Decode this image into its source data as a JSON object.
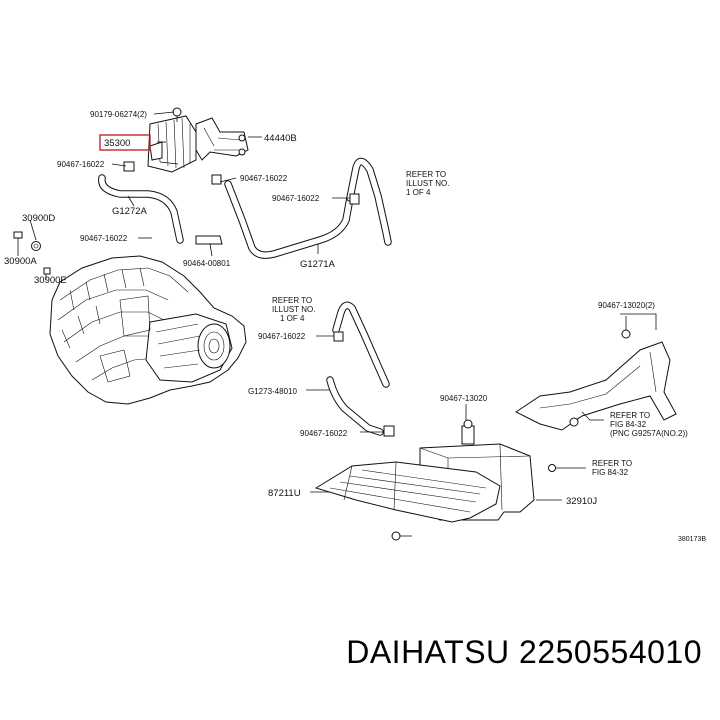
{
  "diagram": {
    "labels": {
      "p90179": "90179-06274(2)",
      "p35300": "35300",
      "p44440b": "44440B",
      "p90467_a": "90467-16022",
      "p90467_b": "90467-16022",
      "p90467_c": "90467-16022",
      "p90467_d": "90467-16022",
      "p90467_e": "90467-16022",
      "p90467_f": "90467-16022",
      "pG1272a": "G1272A",
      "pG1271a": "G1271A",
      "p90464": "90464-00801",
      "p30900d": "30900D",
      "p30900a": "30900A",
      "p30900e": "30900E",
      "p90467_13020_2": "90467-13020(2)",
      "p90467_13020": "90467-13020",
      "pG1273": "G1273-48010",
      "p87211u": "87211U",
      "p32910j": "32910J",
      "ref1_l1": "REFER TO",
      "ref1_l2": "ILLUST NO.",
      "ref1_l3": "1 OF 4",
      "ref2_l1": "REFER TO",
      "ref2_l2": "ILLUST NO.",
      "ref2_l3": "1 OF 4",
      "ref3_l1": "REFER TO",
      "ref3_l2": "FIG  84-32",
      "ref3_l3": "(PNC G9257A(NO.2))",
      "ref4_l1": "REFER TO",
      "ref4_l2": "FIG  84-32",
      "code": "380173B"
    },
    "highlight_color": "#c62828"
  },
  "caption": "DAIHATSU 2250554010"
}
